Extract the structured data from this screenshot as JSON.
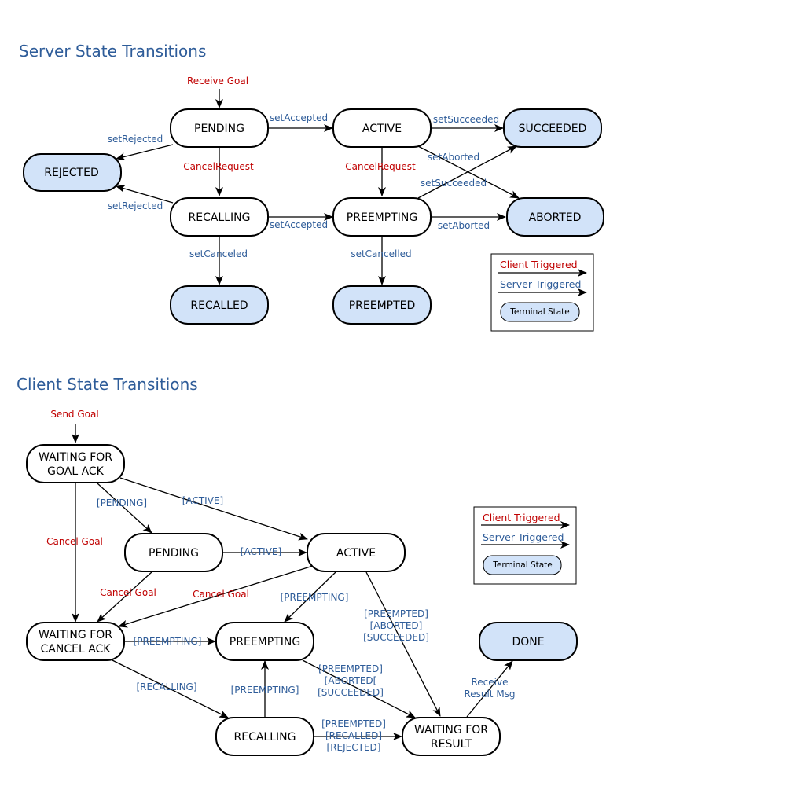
{
  "colors": {
    "title": "#2e5c99",
    "client": "#c00000",
    "server": "#2e5c99",
    "terminal_fill": "#d2e3f9",
    "normal_fill": "#ffffff",
    "stroke": "#000000"
  },
  "server": {
    "title": "Server State Transitions",
    "states": {
      "pending": "PENDING",
      "active": "ACTIVE",
      "succeeded": "SUCCEEDED",
      "rejected": "REJECTED",
      "recalling": "RECALLING",
      "preempting": "PREEMPTING",
      "aborted": "ABORTED",
      "recalled": "RECALLED",
      "preempted": "PREEMPTED"
    },
    "labels": {
      "receive_goal": "Receive Goal",
      "set_accepted_1": "setAccepted",
      "set_succeeded_1": "setSucceeded",
      "set_rejected_1": "setRejected",
      "cancel_request_1": "CancelRequest",
      "cancel_request_2": "CancelRequest",
      "set_aborted_1": "setAborted",
      "set_succeeded_2": "setSucceeded",
      "set_rejected_2": "setRejected",
      "set_accepted_2": "setAccepted",
      "set_aborted_2": "setAborted",
      "set_canceled": "setCanceled",
      "set_cancelled": "setCancelled"
    },
    "legend": {
      "client": "Client Triggered",
      "server": "Server Triggered",
      "terminal": "Terminal State"
    }
  },
  "client": {
    "title": "Client State Transitions",
    "states": {
      "wait_goal_ack_1": "WAITING FOR",
      "wait_goal_ack_2": "GOAL ACK",
      "pending": "PENDING",
      "active": "ACTIVE",
      "wait_cancel_ack_1": "WAITING FOR",
      "wait_cancel_ack_2": "CANCEL ACK",
      "preempting": "PREEMPTING",
      "recalling": "RECALLING",
      "wait_result_1": "WAITING FOR",
      "wait_result_2": "RESULT",
      "done": "DONE"
    },
    "labels": {
      "send_goal": "Send Goal",
      "pending_tr": "[PENDING]",
      "active_tr_1": "[ACTIVE]",
      "cancel_goal_1": "Cancel Goal",
      "active_tr_2": "[ACTIVE]",
      "cancel_goal_2": "Cancel Goal",
      "cancel_goal_3": "Cancel Goal",
      "preempting_tr_1": "[PREEMPTING]",
      "preempting_tr_2": "[PREEMPTING]",
      "preempting_tr_3": "[PREEMPTING]",
      "recalling_tr": "[RECALLING]",
      "active_result_1": "[PREEMPTED]",
      "active_result_2": "[ABORTED]",
      "active_result_3": "[SUCCEEDED]",
      "preempting_result_1": "[PREEMPTED]",
      "preempting_result_2": "[ABORTED[",
      "preempting_result_3": "[SUCCEEDED]",
      "recalling_result_1": "[PREEMPTED]",
      "recalling_result_2": "[RECALLED]",
      "recalling_result_3": "[REJECTED]",
      "receive_result_1": "Receive",
      "receive_result_2": "Result Msg"
    },
    "legend": {
      "client": "Client Triggered",
      "server": "Server Triggered",
      "terminal": "Terminal State"
    }
  }
}
